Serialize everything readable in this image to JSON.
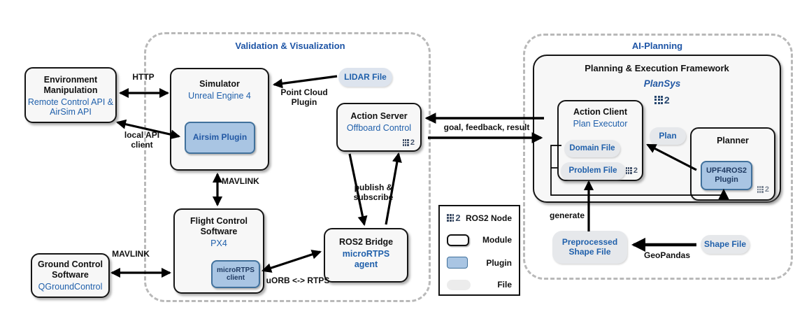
{
  "groups": {
    "validation": {
      "title": "Validation & Visualization"
    },
    "ai": {
      "title": "AI-Planning"
    }
  },
  "modules": {
    "env": {
      "title": "Environment Manipulation",
      "sub": "Remote Control API & AirSim API"
    },
    "simulator": {
      "title": "Simulator",
      "sub": "Unreal Engine 4",
      "plugin": "Airsim Plugin"
    },
    "flight": {
      "title": "Flight Control Software",
      "sub": "PX4",
      "plugin": "microRTPS client"
    },
    "ground": {
      "title": "Ground Control Software",
      "sub": "QGroundControl"
    },
    "action_server": {
      "title": "Action Server",
      "sub": "Offboard Control"
    },
    "bridge": {
      "title": "ROS2 Bridge",
      "sub": "microRTPS agent"
    },
    "framework": {
      "title": "Planning & Execution Framework",
      "logo": "PlanSys"
    },
    "action_client": {
      "title": "Action Client",
      "sub": "Plan Executor"
    },
    "planner": {
      "title": "Planner",
      "plugin": "UPF4ROS2 Plugin"
    }
  },
  "files": {
    "lidar": "LIDAR File",
    "domain": "Domain File",
    "problem": "Problem File",
    "plan": "Plan",
    "preprocessed": "Preprocessed Shape File",
    "shape": "Shape File"
  },
  "edges": {
    "http": "HTTP",
    "local_api": "local API client",
    "mavlink_sim": "MAVLINK",
    "point_cloud": "Point Cloud Plugin",
    "pubsub": "publish & subscribe",
    "uorb": "uORB <-> RTPS",
    "mavlink_gcs": "MAVLINK",
    "goal": "goal, feedback, result",
    "generate": "generate",
    "geopandas": "GeoPandas"
  },
  "legend": {
    "items": [
      {
        "label": "ROS2 Node"
      },
      {
        "label": "Module"
      },
      {
        "label": "Plugin"
      },
      {
        "label": "File"
      }
    ]
  },
  "ros2": {
    "suffix": "2"
  },
  "colors": {
    "accent_blue": "#2060ab",
    "navy": "#1f3a62",
    "plugin_fill": "#a9c5e3",
    "file_fill": "#e6e8eb",
    "module_fill": "#f7f7f7",
    "dashed_border": "#b9b9b9"
  }
}
